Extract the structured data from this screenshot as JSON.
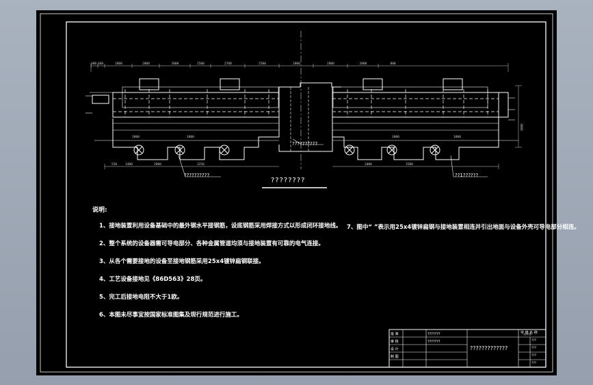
{
  "drawing": {
    "section_title": "????????",
    "callouts": {
      "left": "??????????",
      "center": "??????????",
      "right": "??1??????"
    },
    "top_dims": [
      "300",
      "660",
      "2000",
      "2000",
      "2000",
      "2500",
      "2700",
      "2500",
      "2000",
      "2000",
      "2000",
      "800"
    ],
    "notes_title": "说明:",
    "notes": [
      "1、接地装置利用设备基础中的最外钢水平接钢筋，设底钢筋采用焊接方式以形成闭环接地线。",
      "2、整个系统的设备器需可导电部分、各种金属管道均须与接地装置有可靠的电气连接。",
      "3、从各个需要接地的设备至接地钢筋采用25x4镀锌扁钢联接。",
      "4、工艺设备接地见《86D563》28页。",
      "5、完工后接地电阻不大于1欧。",
      "6、本图未尽事宜按国家标准图集及现行规范进行施工。"
    ],
    "note7": "7、图中“  ”表示用25x4镀锌扁钢与接地装置相连并引出地面与设备外壳可导电部分相连。",
    "title_block": {
      "drawing_name": "?????????????",
      "tag_top": "字 修 名 称",
      "tag_sub": "?????",
      "rows": [
        {
          "role": "批 准",
          "name": "???????"
        },
        {
          "role": "审 核",
          "name": "???????"
        },
        {
          "role": "设 计",
          "name": ""
        },
        {
          "role": "制 图",
          "name": ""
        }
      ],
      "right_fields": [
        "???",
        "???",
        "???",
        "???"
      ]
    }
  }
}
